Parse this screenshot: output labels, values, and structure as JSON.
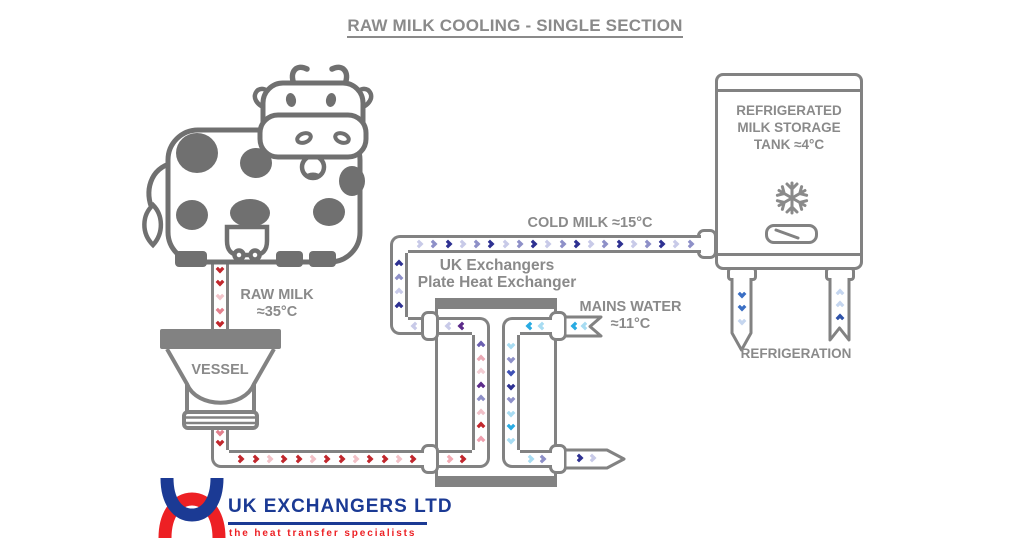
{
  "labels": {
    "title": "RAW MILK COOLING - SINGLE SECTION",
    "raw_milk_1": "RAW MILK",
    "raw_milk_2": "≈35°C",
    "cold_milk": "COLD MILK ≈15°C",
    "mains_water_1": "MAINS WATER",
    "mains_water_2": "≈11°C",
    "vessel": "VESSEL",
    "hx_1": "UK Exchangers",
    "hx_2": "Plate Heat Exchanger",
    "tank_1": "REFRIGERATED",
    "tank_2": "MILK STORAGE",
    "tank_3": "TANK ≈4°C",
    "refrigeration": "REFRIGERATION"
  },
  "logo": {
    "company": "UK EXCHANGERS LTD",
    "tagline": "the heat transfer specialists",
    "blue": "#1b3a94",
    "red": "#ed2024"
  },
  "colors": {
    "outline": "#828282",
    "label_gray": "#8a8a8a",
    "hot_red": "#c1272d",
    "pink": "#f2c4ca",
    "cold_navy": "#2e3192",
    "periwinkle": "#8e90c8",
    "light_periwinkle": "#c8cae8",
    "cyan": "#29abe2",
    "light_cyan": "#a8dcf2",
    "purple": "#5c2b8a"
  },
  "flows": {
    "raw_milk_a": {
      "dir": "down",
      "colors": [
        "#c1272d",
        "#c1272d",
        "#f2c4ca",
        "#e2808d"
      ]
    },
    "raw_milk_b": {
      "dir": "down",
      "colors": [
        "#e2808d",
        "#c1272d"
      ]
    },
    "milk_bottom": {
      "dir": "right",
      "colors": [
        "#c1272d",
        "#c1272d",
        "#f2c0c6"
      ]
    },
    "milk_hx_in": {
      "dir": "right",
      "colors": [
        "#f2a9b2",
        "#c1272d"
      ]
    },
    "milk_leg_up": {
      "dir": "up",
      "colors": [
        "#6b5fb0",
        "#e9a9b4",
        "#f2cdd3",
        "#5c2b8a",
        "#8d8fc7",
        "#f0c0c8",
        "#c1272d",
        "#ef9fae"
      ]
    },
    "milk_hx_out": {
      "dir": "left",
      "colors": [
        "#c8cae8",
        "#5c2b8a",
        "#e9899a"
      ]
    },
    "milk_elbow": {
      "dir": "left",
      "colors": [
        "#c8cae8"
      ]
    },
    "cold_riser": {
      "dir": "up",
      "colors": [
        "#2e3192",
        "#8e90c8",
        "#c8cae8"
      ]
    },
    "cold_main": {
      "dir": "right",
      "colors": [
        "#c8cae8",
        "#8e90c8",
        "#2e3192"
      ]
    },
    "water_in": {
      "dir": "left",
      "colors": [
        "#29abe2",
        "#a8dcf2"
      ]
    },
    "water_top": {
      "dir": "left",
      "colors": [
        "#29abe2",
        "#a8dcf2"
      ]
    },
    "water_leg": {
      "dir": "down",
      "colors": [
        "#a8dcf2",
        "#8e90c8",
        "#3f51b5",
        "#2e3192",
        "#8e90c8",
        "#a8dcf2",
        "#29abe2"
      ]
    },
    "water_bottom": {
      "dir": "right",
      "colors": [
        "#a8dcf2",
        "#8e90c8",
        "#2e3192"
      ]
    },
    "water_out": {
      "dir": "right",
      "colors": [
        "#2e3192",
        "#c8cae8"
      ]
    },
    "refrig_down": {
      "dir": "down",
      "colors": [
        "#3b6fc4",
        "#3b6fc4",
        "#c5d6ef",
        "#c5d6ef",
        "#c5d6ef"
      ]
    },
    "refrig_up": {
      "dir": "up",
      "colors": [
        "#c5d6ef",
        "#c5d6ef",
        "#2e52a8",
        "#3b6fc4",
        "#c5d6ef"
      ]
    }
  }
}
